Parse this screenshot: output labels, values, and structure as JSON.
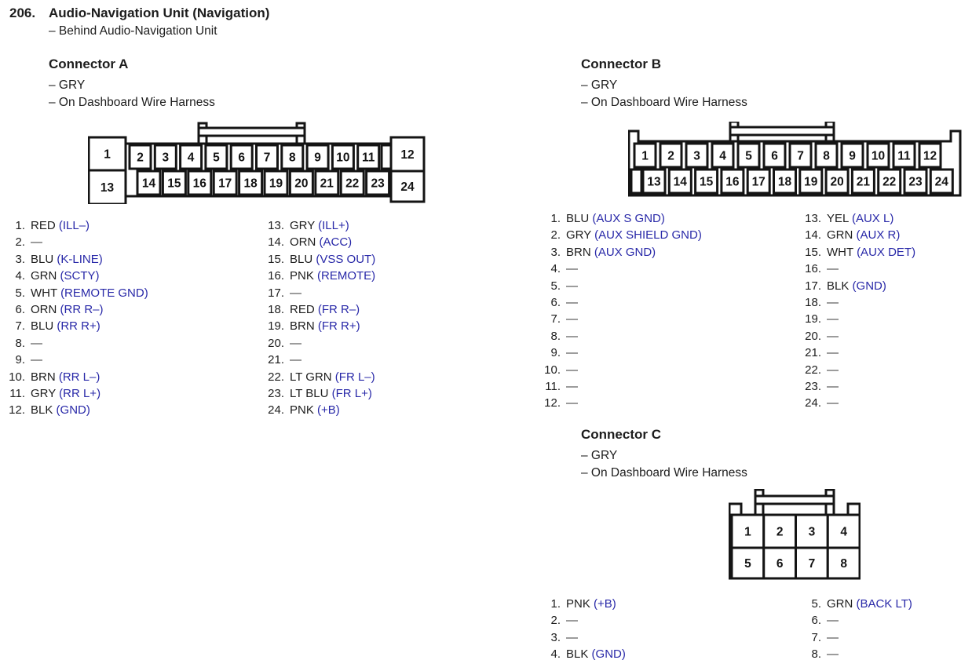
{
  "page": {
    "item_number": "206.",
    "title": "Audio-Navigation Unit (Navigation)",
    "location_note": "– Behind Audio-Navigation Unit"
  },
  "colors": {
    "signal_text": "#2828a8",
    "body_text": "#1d1d1d"
  },
  "connectors": [
    {
      "id": "connector-a",
      "title": "Connector A",
      "notes": [
        "– GRY",
        "– On Dashboard Wire Harness"
      ],
      "diagram": {
        "top_row": [
          "1",
          "2",
          "3",
          "4",
          "5",
          "6",
          "7",
          "8",
          "9",
          "10",
          "11",
          "12"
        ],
        "bottom_row": [
          "13",
          "14",
          "15",
          "16",
          "17",
          "18",
          "19",
          "20",
          "21",
          "22",
          "23",
          "24"
        ]
      },
      "pin_columns": [
        [
          {
            "n": "1.",
            "color": "RED",
            "signal": "(ILL–)"
          },
          {
            "n": "2.",
            "color": "—",
            "signal": ""
          },
          {
            "n": "3.",
            "color": "BLU",
            "signal": "(K-LINE)"
          },
          {
            "n": "4.",
            "color": "GRN",
            "signal": "(SCTY)"
          },
          {
            "n": "5.",
            "color": "WHT",
            "signal": "(REMOTE GND)"
          },
          {
            "n": "6.",
            "color": "ORN",
            "signal": "(RR R–)"
          },
          {
            "n": "7.",
            "color": "BLU",
            "signal": "(RR R+)"
          },
          {
            "n": "8.",
            "color": "—",
            "signal": ""
          },
          {
            "n": "9.",
            "color": "—",
            "signal": ""
          },
          {
            "n": "10.",
            "color": "BRN",
            "signal": "(RR L–)"
          },
          {
            "n": "11.",
            "color": "GRY",
            "signal": "(RR L+)"
          },
          {
            "n": "12.",
            "color": "BLK",
            "signal": "(GND)"
          }
        ],
        [
          {
            "n": "13.",
            "color": "GRY",
            "signal": "(ILL+)"
          },
          {
            "n": "14.",
            "color": "ORN",
            "signal": "(ACC)"
          },
          {
            "n": "15.",
            "color": "BLU",
            "signal": "(VSS OUT)"
          },
          {
            "n": "16.",
            "color": "PNK",
            "signal": "(REMOTE)"
          },
          {
            "n": "17.",
            "color": "—",
            "signal": ""
          },
          {
            "n": "18.",
            "color": "RED",
            "signal": "(FR R–)"
          },
          {
            "n": "19.",
            "color": "BRN",
            "signal": "(FR R+)"
          },
          {
            "n": "20.",
            "color": "—",
            "signal": ""
          },
          {
            "n": "21.",
            "color": "—",
            "signal": ""
          },
          {
            "n": "22.",
            "color": "LT GRN",
            "signal": "(FR L–)"
          },
          {
            "n": "23.",
            "color": "LT BLU",
            "signal": "(FR L+)"
          },
          {
            "n": "24.",
            "color": "PNK",
            "signal": "(+B)"
          }
        ]
      ]
    },
    {
      "id": "connector-b",
      "title": "Connector B",
      "notes": [
        "– GRY",
        "– On Dashboard Wire Harness"
      ],
      "diagram": {
        "top_row": [
          "1",
          "2",
          "3",
          "4",
          "5",
          "6",
          "7",
          "8",
          "9",
          "10",
          "11",
          "12"
        ],
        "bottom_row": [
          "13",
          "14",
          "15",
          "16",
          "17",
          "18",
          "19",
          "20",
          "21",
          "22",
          "23",
          "24"
        ]
      },
      "pin_columns": [
        [
          {
            "n": "1.",
            "color": "BLU",
            "signal": "(AUX S GND)"
          },
          {
            "n": "2.",
            "color": "GRY",
            "signal": "(AUX SHIELD GND)"
          },
          {
            "n": "3.",
            "color": "BRN",
            "signal": "(AUX GND)"
          },
          {
            "n": "4.",
            "color": "—",
            "signal": ""
          },
          {
            "n": "5.",
            "color": "—",
            "signal": ""
          },
          {
            "n": "6.",
            "color": "—",
            "signal": ""
          },
          {
            "n": "7.",
            "color": "—",
            "signal": ""
          },
          {
            "n": "8.",
            "color": "—",
            "signal": ""
          },
          {
            "n": "9.",
            "color": "—",
            "signal": ""
          },
          {
            "n": "10.",
            "color": "—",
            "signal": ""
          },
          {
            "n": "11.",
            "color": "—",
            "signal": ""
          },
          {
            "n": "12.",
            "color": "—",
            "signal": ""
          }
        ],
        [
          {
            "n": "13.",
            "color": "YEL",
            "signal": "(AUX L)"
          },
          {
            "n": "14.",
            "color": "GRN",
            "signal": "(AUX R)"
          },
          {
            "n": "15.",
            "color": "WHT",
            "signal": "(AUX DET)"
          },
          {
            "n": "16.",
            "color": "—",
            "signal": ""
          },
          {
            "n": "17.",
            "color": "BLK",
            "signal": "(GND)"
          },
          {
            "n": "18.",
            "color": "—",
            "signal": ""
          },
          {
            "n": "19.",
            "color": "—",
            "signal": ""
          },
          {
            "n": "20.",
            "color": "—",
            "signal": ""
          },
          {
            "n": "21.",
            "color": "—",
            "signal": ""
          },
          {
            "n": "22.",
            "color": "—",
            "signal": ""
          },
          {
            "n": "23.",
            "color": "—",
            "signal": ""
          },
          {
            "n": "24.",
            "color": "—",
            "signal": ""
          }
        ]
      ]
    },
    {
      "id": "connector-c",
      "title": "Connector C",
      "notes": [
        "– GRY",
        "– On Dashboard Wire Harness"
      ],
      "diagram": {
        "top_row": [
          "1",
          "2",
          "3",
          "4"
        ],
        "bottom_row": [
          "5",
          "6",
          "7",
          "8"
        ]
      },
      "pin_columns": [
        [
          {
            "n": "1.",
            "color": "PNK",
            "signal": "(+B)"
          },
          {
            "n": "2.",
            "color": "—",
            "signal": ""
          },
          {
            "n": "3.",
            "color": "—",
            "signal": ""
          },
          {
            "n": "4.",
            "color": "BLK",
            "signal": "(GND)"
          }
        ],
        [
          {
            "n": "5.",
            "color": "GRN",
            "signal": "(BACK LT)"
          },
          {
            "n": "6.",
            "color": "—",
            "signal": ""
          },
          {
            "n": "7.",
            "color": "—",
            "signal": ""
          },
          {
            "n": "8.",
            "color": "—",
            "signal": ""
          }
        ]
      ]
    }
  ]
}
